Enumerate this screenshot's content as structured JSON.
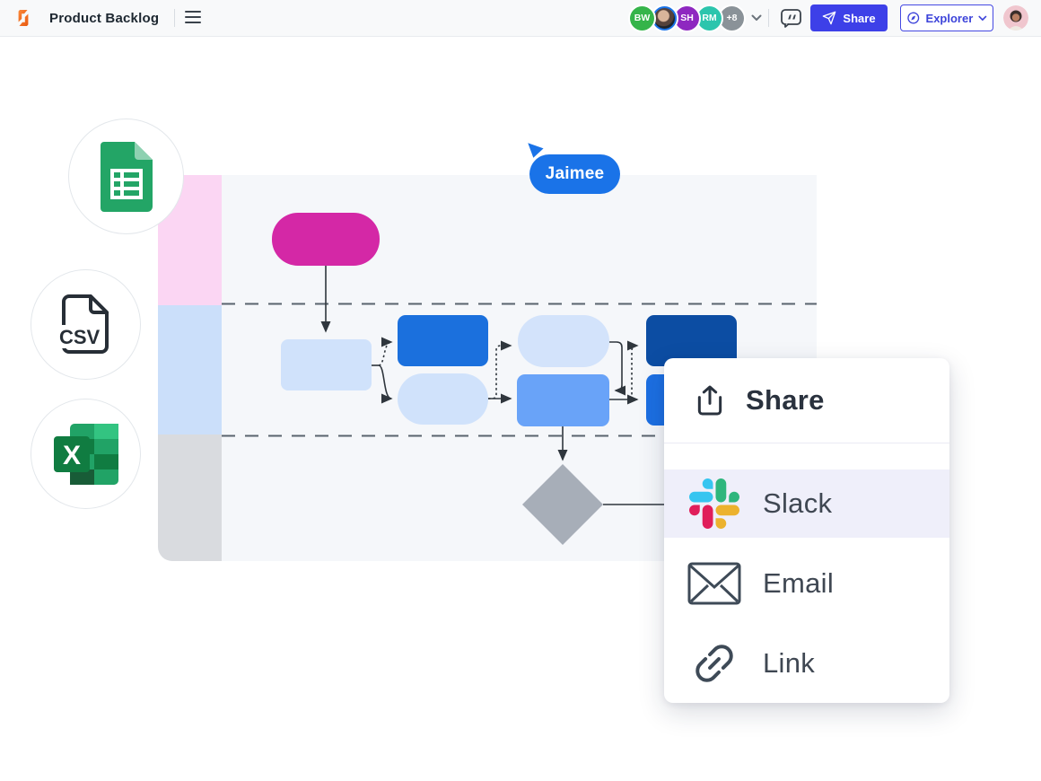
{
  "topbar": {
    "title": "Product Backlog",
    "collaborators": [
      {
        "initials": "BW",
        "color": "#35b44a"
      },
      {
        "initials": "",
        "type": "photo"
      },
      {
        "initials": "SH",
        "color": "#8e28c0"
      },
      {
        "initials": "RM",
        "color": "#2cc5ad"
      },
      {
        "initials": "+8",
        "color": "#8a9298"
      }
    ],
    "share_button": "Share",
    "explorer_button": "Explorer"
  },
  "cursor": {
    "label": "Jaimee",
    "color": "#1a73e8"
  },
  "import_badges": [
    {
      "name": "google-sheets-icon",
      "color": "#23a566"
    },
    {
      "name": "csv-file-icon",
      "label": "CSV",
      "color": "#272e36"
    },
    {
      "name": "excel-icon",
      "color": "#107c41"
    }
  ],
  "share_menu": {
    "header": "Share",
    "items": [
      {
        "label": "Slack",
        "icon": "slack-logo",
        "highlighted": true
      },
      {
        "label": "Email",
        "icon": "email-icon",
        "highlighted": false
      },
      {
        "label": "Link",
        "icon": "link-icon",
        "highlighted": false
      }
    ]
  },
  "flowchart": {
    "lanes": [
      {
        "color": "#fbd6f3"
      },
      {
        "color": "#cbdffa"
      },
      {
        "color": "#d9dbdf"
      }
    ],
    "shapes": [
      {
        "name": "start-terminator",
        "type": "stadium",
        "fill": "#d428a6"
      },
      {
        "name": "process-1",
        "type": "rect",
        "fill": "#d0e2fb"
      },
      {
        "name": "process-2",
        "type": "rect",
        "fill": "#1b70dd"
      },
      {
        "name": "process-3",
        "type": "stadium",
        "fill": "#d0e2fb"
      },
      {
        "name": "process-4",
        "type": "stadium",
        "fill": "#d3e3fb"
      },
      {
        "name": "process-5",
        "type": "rect",
        "fill": "#69a3f8"
      },
      {
        "name": "process-6",
        "type": "rect",
        "fill": "#0c4da3"
      },
      {
        "name": "process-7",
        "type": "rect",
        "fill": "#1c6fe2"
      },
      {
        "name": "decision-1",
        "type": "diamond",
        "fill": "#a7aeb8"
      }
    ]
  },
  "colors": {
    "topbar_bg": "#f8f9fa",
    "share_button_bg": "#3d40e8",
    "explorer_border": "#4549e2",
    "canvas_bg": "#f5f7fa",
    "menu_highlight": "#efeffa",
    "slack_blue": "#36c5f0",
    "slack_green": "#2eb67d",
    "slack_red": "#e01e5a",
    "slack_yellow": "#ecb22e",
    "lucid_orange": "#f6731b"
  }
}
